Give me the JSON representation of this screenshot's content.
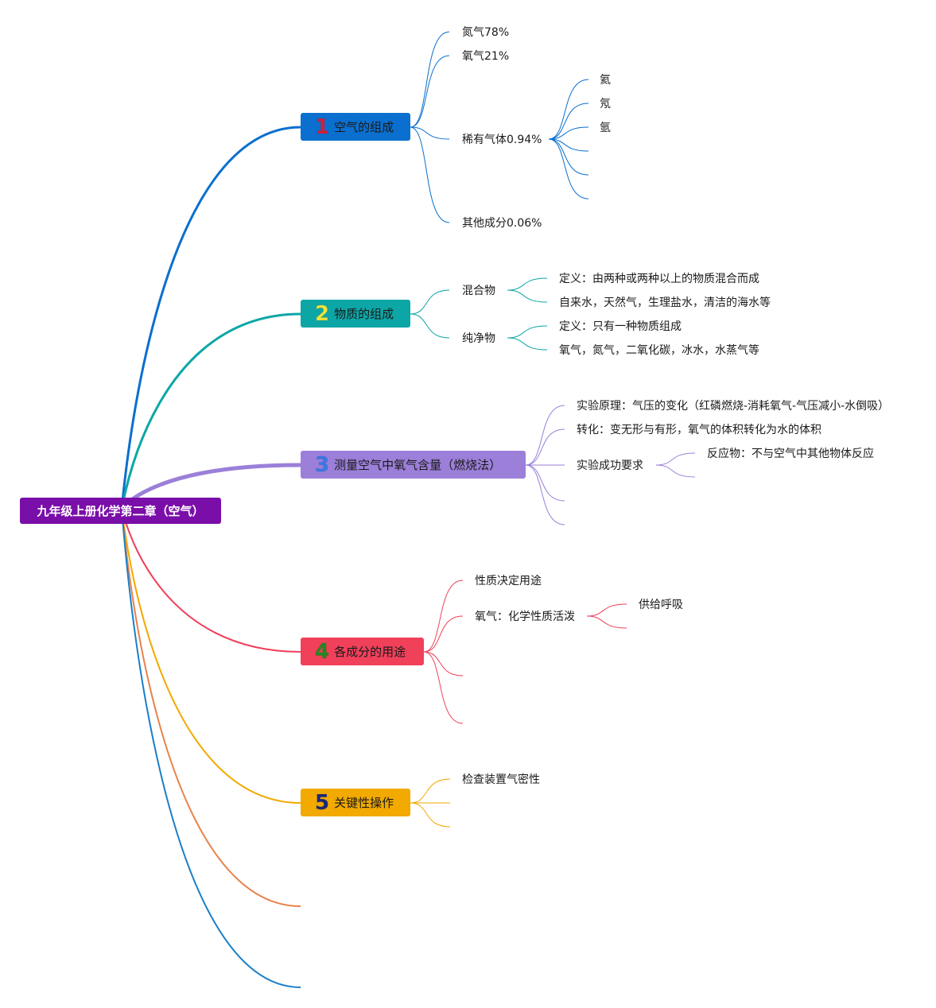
{
  "root": {
    "label": "九年级上册化学第二章（空气）"
  },
  "branches": [
    {
      "number": "1",
      "label": "空气的组成",
      "color": "#0a6fcf",
      "number_color": "#d41f3a",
      "items": [
        {
          "label": "氮气78%"
        },
        {
          "label": "氧气21%"
        },
        {
          "label": "稀有气体0.94%",
          "children": [
            "氦",
            "氖",
            "氩"
          ]
        },
        {
          "label": "其他成分0.06%"
        }
      ]
    },
    {
      "number": "2",
      "label": "物质的组成",
      "color": "#0da6a6",
      "number_color": "#f0e33a",
      "items": [
        {
          "label": "混合物",
          "children": [
            "定义：由两种或两种以上的物质混合而成",
            "自来水，天然气，生理盐水，清洁的海水等"
          ]
        },
        {
          "label": "纯净物",
          "children": [
            "定义：只有一种物质组成",
            "氧气，氮气，二氧化碳，冰水，水蒸气等"
          ]
        }
      ]
    },
    {
      "number": "3",
      "label": "测量空气中氧气含量（燃烧法）",
      "color": "#9b7fd9",
      "number_color": "#3a78e8",
      "items": [
        {
          "label": "实验原理：气压的变化（红磷燃烧-消耗氧气-气压减小-水倒吸）"
        },
        {
          "label": "转化：变无形与有形，氧气的体积转化为水的体积"
        },
        {
          "label": "实验成功要求",
          "children": [
            "反应物：不与空气中其他物体反应"
          ]
        }
      ]
    },
    {
      "number": "4",
      "label": "各成分的用途",
      "color": "#f0405a",
      "number_color": "#1f8c1f",
      "items": [
        {
          "label": "性质决定用途"
        },
        {
          "label": "氧气：化学性质活泼",
          "children": [
            "供给呼吸"
          ]
        }
      ]
    },
    {
      "number": "5",
      "label": "关键性操作",
      "color": "#f2a900",
      "number_color": "#1a2a78",
      "items": [
        {
          "label": "检查装置气密性"
        }
      ]
    }
  ],
  "extra_branch_colors": [
    "#e8824a",
    "#1a7fc8"
  ]
}
